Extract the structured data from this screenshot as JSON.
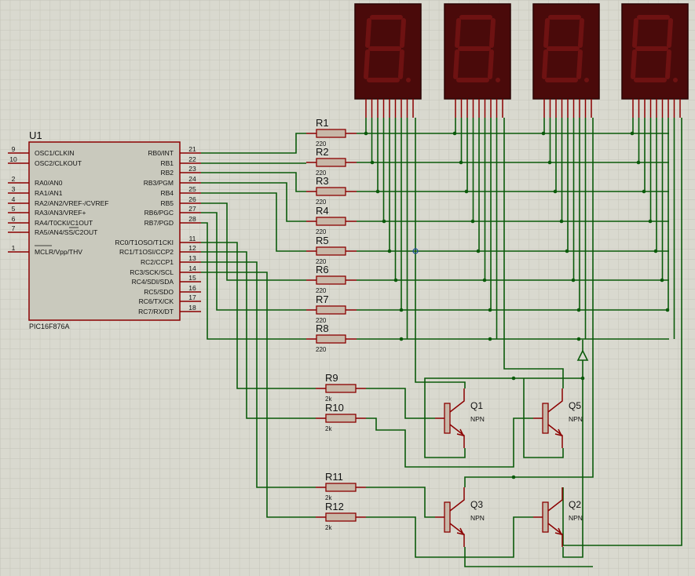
{
  "colors": {
    "background": "#d9d9cf",
    "grid": "#c4c4b8",
    "wire": "#0a5a0a",
    "pin": "#8b0000",
    "chip_fill": "#c9c9bd",
    "display_bg": "#4a0a0a",
    "segment": "#6e1212",
    "resistor_fill": "#c8b8a8",
    "text": "#111111"
  },
  "chip": {
    "ref": "U1",
    "part": "PIC16F876A",
    "left_pins": [
      {
        "num": "9",
        "name": "OSC1/CLKIN"
      },
      {
        "num": "10",
        "name": "OSC2/CLKOUT"
      },
      {
        "num": "2",
        "name": "RA0/AN0"
      },
      {
        "num": "3",
        "name": "RA1/AN1"
      },
      {
        "num": "4",
        "name": "RA2/AN2/VREF-/CVREF"
      },
      {
        "num": "5",
        "name": "RA3/AN3/VREF+"
      },
      {
        "num": "6",
        "name": "RA4/T0CKI/C1OUT"
      },
      {
        "num": "7",
        "name": "RA5/AN4/SS/C2OUT"
      },
      {
        "num": "1",
        "name": "MCLR/Vpp/THV"
      }
    ],
    "right_pins": [
      {
        "num": "21",
        "name": "RB0/INT"
      },
      {
        "num": "22",
        "name": "RB1"
      },
      {
        "num": "23",
        "name": "RB2"
      },
      {
        "num": "24",
        "name": "RB3/PGM"
      },
      {
        "num": "25",
        "name": "RB4"
      },
      {
        "num": "26",
        "name": "RB5"
      },
      {
        "num": "27",
        "name": "RB6/PGC"
      },
      {
        "num": "28",
        "name": "RB7/PGD"
      },
      {
        "num": "11",
        "name": "RC0/T1OSO/T1CKI"
      },
      {
        "num": "12",
        "name": "RC1/T1OSI/CCP2"
      },
      {
        "num": "13",
        "name": "RC2/CCP1"
      },
      {
        "num": "14",
        "name": "RC3/SCK/SCL"
      },
      {
        "num": "15",
        "name": "RC4/SDI/SDA"
      },
      {
        "num": "16",
        "name": "RC5/SDO"
      },
      {
        "num": "17",
        "name": "RC6/TX/CK"
      },
      {
        "num": "18",
        "name": "RC7/RX/DT"
      }
    ]
  },
  "segment_resistors": [
    {
      "ref": "R1",
      "value": "220"
    },
    {
      "ref": "R2",
      "value": "220"
    },
    {
      "ref": "R3",
      "value": "220"
    },
    {
      "ref": "R4",
      "value": "220"
    },
    {
      "ref": "R5",
      "value": "220"
    },
    {
      "ref": "R6",
      "value": "220"
    },
    {
      "ref": "R7",
      "value": "220"
    },
    {
      "ref": "R8",
      "value": "220"
    }
  ],
  "base_resistors": [
    {
      "ref": "R9",
      "value": "2k"
    },
    {
      "ref": "R10",
      "value": "2k"
    },
    {
      "ref": "R11",
      "value": "2k"
    },
    {
      "ref": "R12",
      "value": "2k"
    }
  ],
  "transistors": [
    {
      "ref": "Q1",
      "type": "NPN"
    },
    {
      "ref": "Q5",
      "type": "NPN"
    },
    {
      "ref": "Q3",
      "type": "NPN"
    },
    {
      "ref": "Q2",
      "type": "NPN"
    }
  ],
  "displays_count_shown": 4
}
